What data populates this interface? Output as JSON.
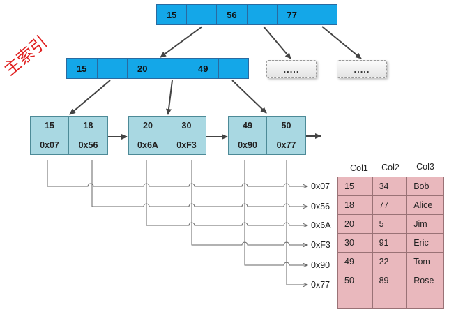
{
  "index_label": "主索引",
  "root": {
    "cells": [
      "15",
      "",
      "56",
      "",
      "77",
      ""
    ]
  },
  "level2": {
    "cells": [
      "15",
      "",
      "20",
      "",
      "49",
      ""
    ]
  },
  "placeholders": [
    ".....",
    "....."
  ],
  "leaves": [
    {
      "keys": [
        "15",
        "18"
      ],
      "ptrs": [
        "0x07",
        "0x56"
      ]
    },
    {
      "keys": [
        "20",
        "30"
      ],
      "ptrs": [
        "0x6A",
        "0xF3"
      ]
    },
    {
      "keys": [
        "49",
        "50"
      ],
      "ptrs": [
        "0x90",
        "0x77"
      ]
    }
  ],
  "pointer_labels": [
    "0x07",
    "0x56",
    "0x6A",
    "0xF3",
    "0x90",
    "0x77"
  ],
  "table": {
    "headers": [
      "Col1",
      "Col2",
      "Col3"
    ],
    "rows": [
      [
        "15",
        "34",
        "Bob"
      ],
      [
        "18",
        "77",
        "Alice"
      ],
      [
        "20",
        "5",
        "Jim"
      ],
      [
        "30",
        "91",
        "Eric"
      ],
      [
        "49",
        "22",
        "Tom"
      ],
      [
        "50",
        "89",
        "Rose"
      ],
      [
        "",
        "",
        ""
      ]
    ]
  },
  "colors": {
    "internal_node": "#14a7e8",
    "leaf_node": "#a9d8e2",
    "table_fill": "#e9b8bd",
    "label": "#e02020"
  }
}
